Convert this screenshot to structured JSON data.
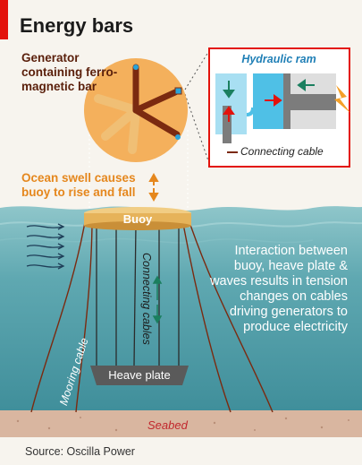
{
  "title": "Energy bars",
  "generator_label": "Generator containing ferro-magnetic bar",
  "hydraulic_ram_label": "Hydraulic ram",
  "connecting_cable_label": "Connecting cable",
  "swell_label": "Ocean swell causes buoy to rise and fall",
  "buoy_label": "Buoy",
  "connecting_cables_label": "Connecting cables",
  "mooring_cable_label": "Mooring cable",
  "interaction_text": "Interaction between buoy, heave plate & waves results in tension changes on cables driving generators to produce electricity",
  "heave_plate_label": "Heave plate",
  "seabed_label": "Seabed",
  "source": "Source: Oscilla Power",
  "colors": {
    "ocean": "#5fa8b1",
    "buoy": "#e6b35a",
    "generator": "#f4b05c",
    "bar": "#7b2a10",
    "seabed": "#d9b6a0",
    "accent_red": "#e3120b",
    "hydraulic_blue": "#4fc0e6"
  }
}
